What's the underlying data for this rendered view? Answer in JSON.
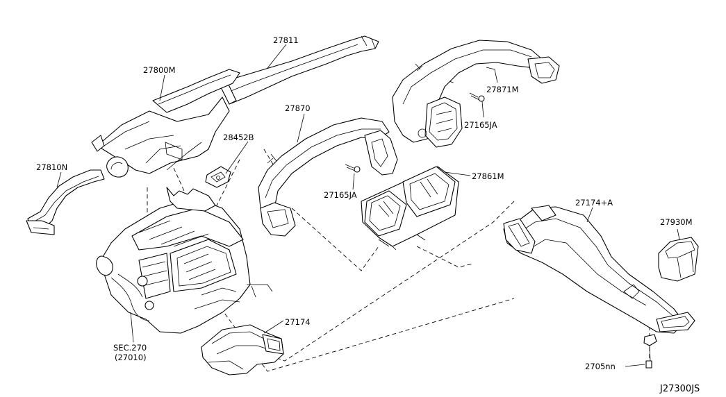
{
  "diagram_id": "J27300JS",
  "labels": {
    "p27811": "27811",
    "p27800M": "27800M",
    "p27870": "27870",
    "p27871M": "27871M",
    "p27165JA_a": "27165JA",
    "p27165JA_b": "27165JA",
    "p28452B": "28452B",
    "p27810N": "27810N",
    "p27861M": "27861M",
    "p27174A": "27174+A",
    "p27930M": "27930M",
    "p27174": "27174",
    "sec_line1": "SEC.270",
    "sec_line2": "(27010)",
    "p27050": "2705nn"
  }
}
